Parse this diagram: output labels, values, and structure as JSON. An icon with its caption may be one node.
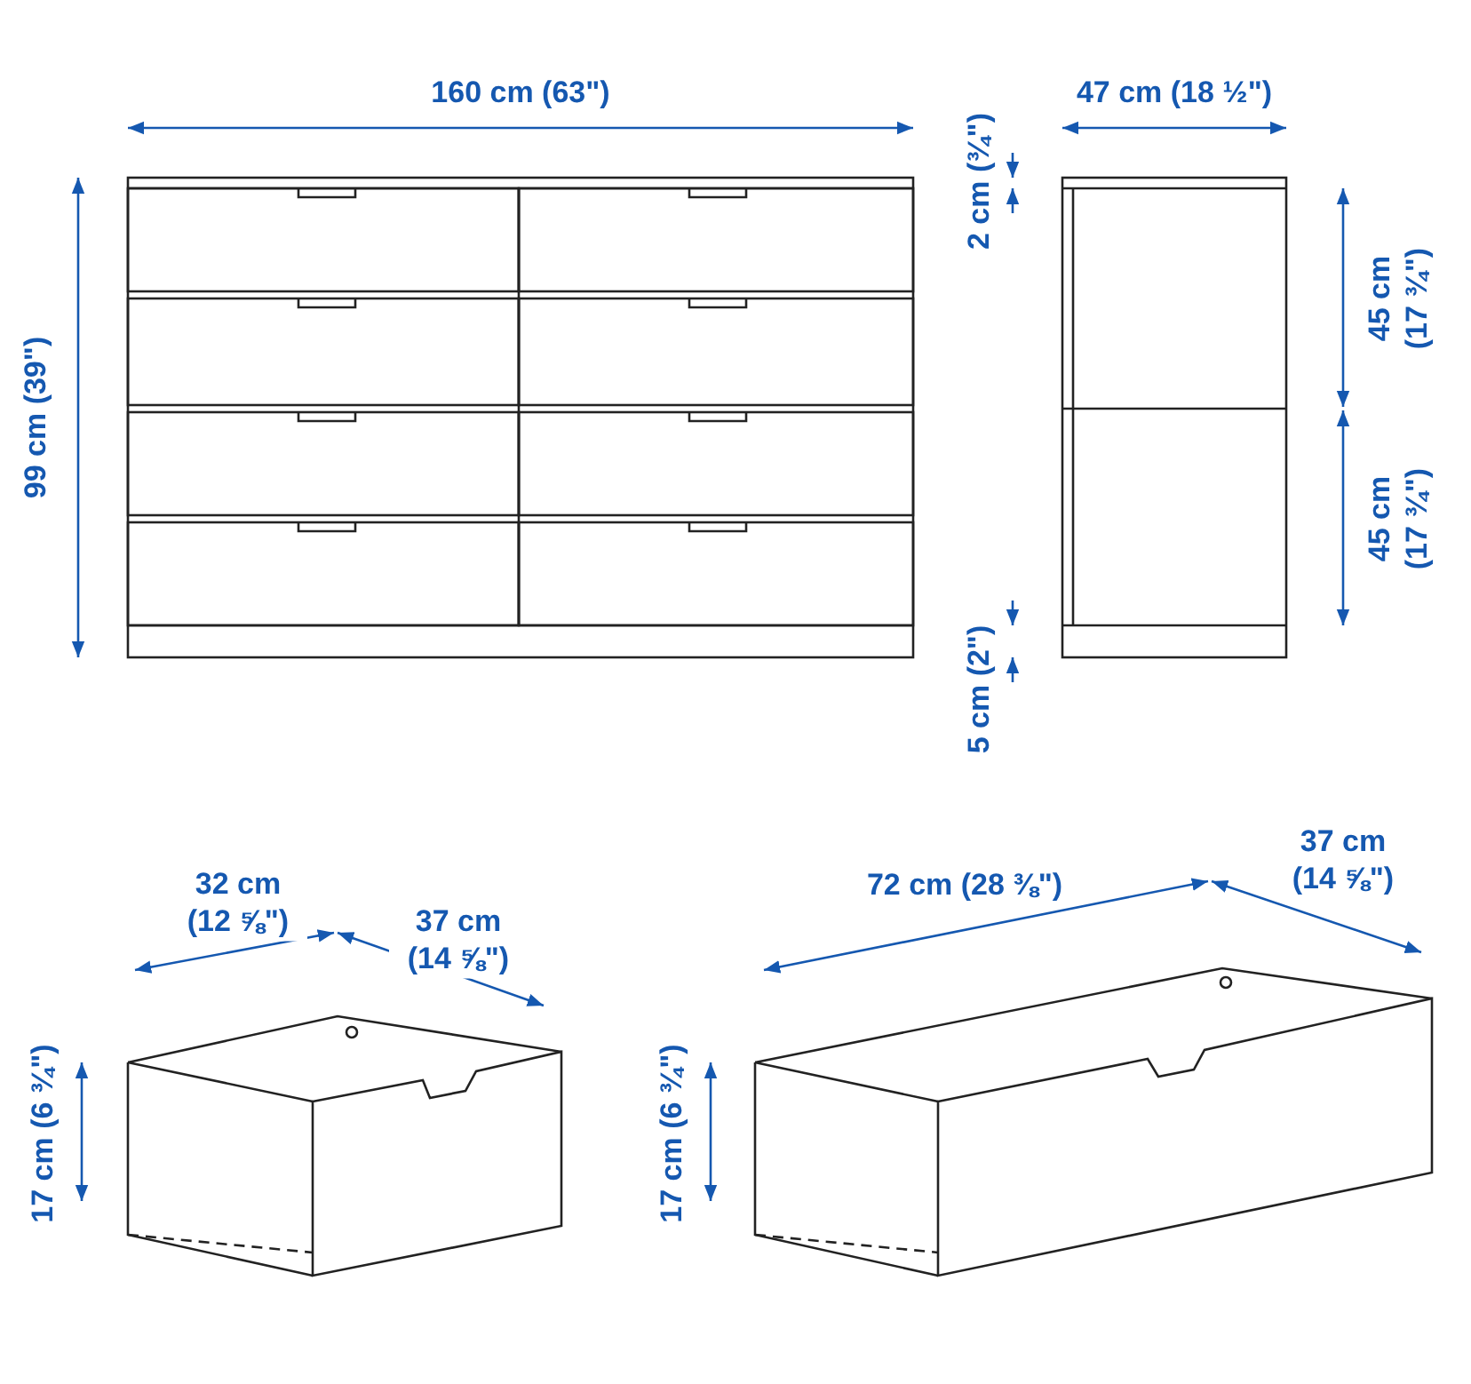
{
  "diagram": {
    "labels": [
      "160 cm (63\")",
      "47 cm (18 ½\")",
      "2 cm (¾\")",
      "99 cm (39\")",
      "45 cm (17 ¾\")",
      "45 cm (17 ¾\")",
      "5 cm (2\")",
      "32 cm (12 ⅝\")",
      "37 cm (14 ⅝\")",
      "72 cm (28 ⅜\")",
      "37 cm (14 ⅝\")",
      "17 cm (6 ¾\")",
      "17 cm (6 ¾\")"
    ]
  }
}
